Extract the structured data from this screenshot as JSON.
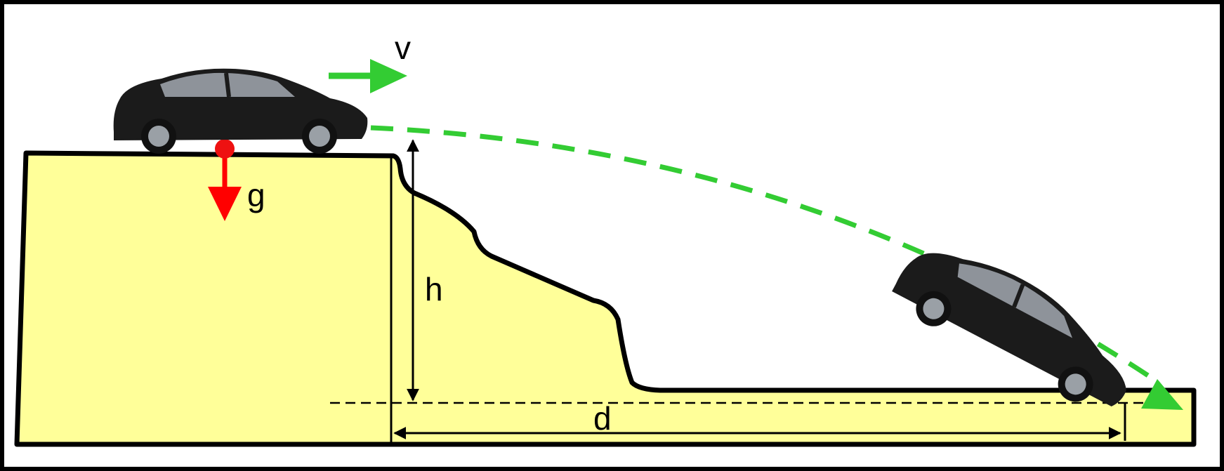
{
  "labels": {
    "velocity": "v",
    "gravity": "g",
    "height": "h",
    "distance": "d"
  },
  "colors": {
    "ground": "#ffff99",
    "trajectory": "#33cc33",
    "gravity_arrow": "#ff0000",
    "outline": "#000000",
    "car_body": "#1b1b1b"
  }
}
